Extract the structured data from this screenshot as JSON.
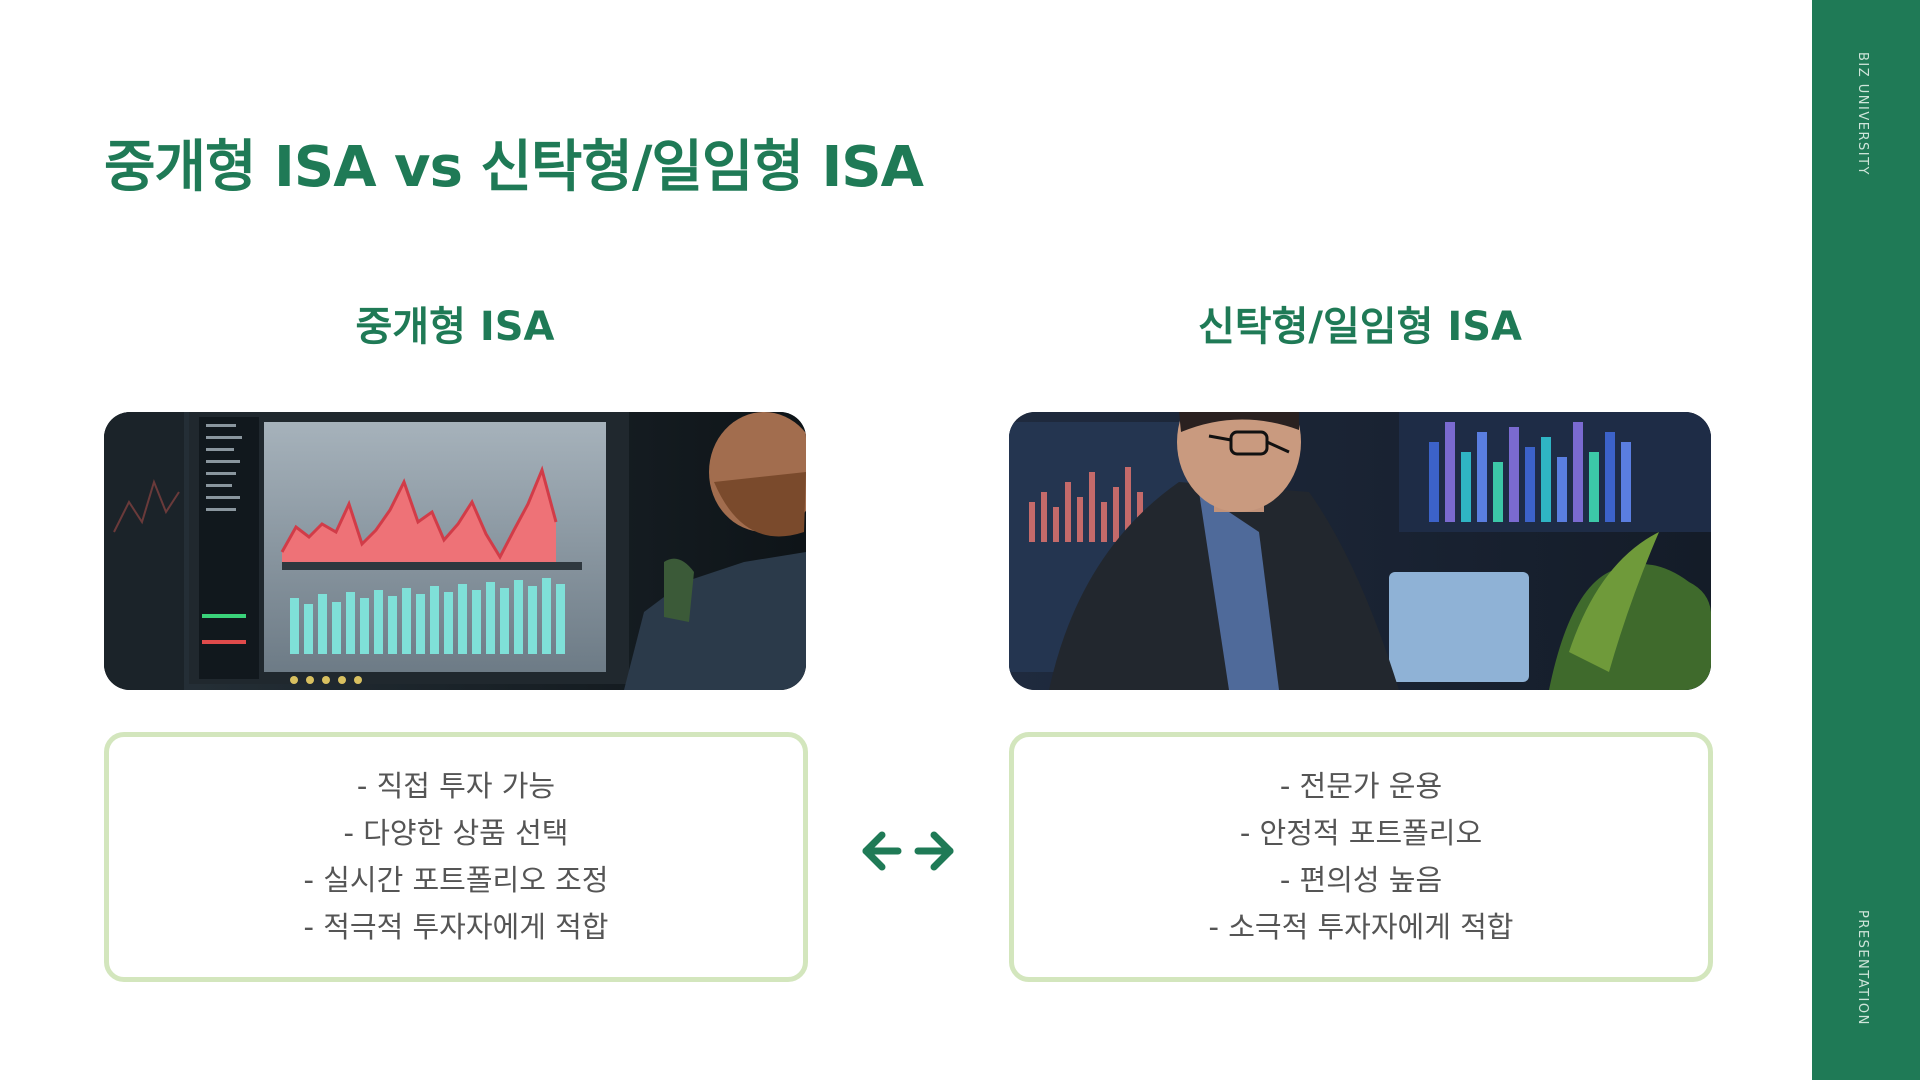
{
  "title": "중개형 ISA vs 신탁형/일임형 ISA",
  "sidebar": {
    "top_text": "BIZ UNIVERSITY",
    "bottom_text": "PRESENTATION"
  },
  "left": {
    "heading": "중개형 ISA",
    "bullets": [
      "- 직접 투자 가능",
      "- 다양한 상품 선택",
      "- 실시간 포트폴리오 조정",
      "- 적극적 투자자에게 적합"
    ]
  },
  "right": {
    "heading": "신탁형/일임형 ISA",
    "bullets": [
      "- 전문가 운용",
      "- 안정적 포트폴리오",
      "- 편의성 높음",
      "- 소극적 투자자에게 적합"
    ]
  },
  "colors": {
    "accent": "#1f7a56",
    "box_border": "#d3e6bd",
    "text": "#555555"
  },
  "icons": {
    "comparison": "left-right-arrow-icon"
  }
}
